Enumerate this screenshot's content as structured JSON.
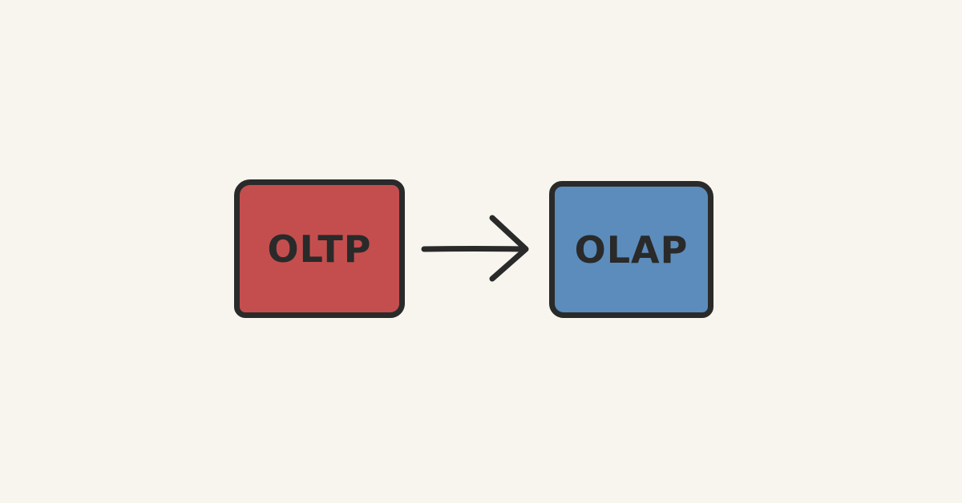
{
  "diagram": {
    "background_color": "#f8f5ef",
    "stroke_color": "#2a2a2a",
    "nodes": [
      {
        "id": "oltp",
        "label": "OLTP",
        "fill": "#c44e4e"
      },
      {
        "id": "olap",
        "label": "OLAP",
        "fill": "#5b8cbc"
      }
    ],
    "edges": [
      {
        "from": "oltp",
        "to": "olap",
        "style": "arrow"
      }
    ]
  }
}
